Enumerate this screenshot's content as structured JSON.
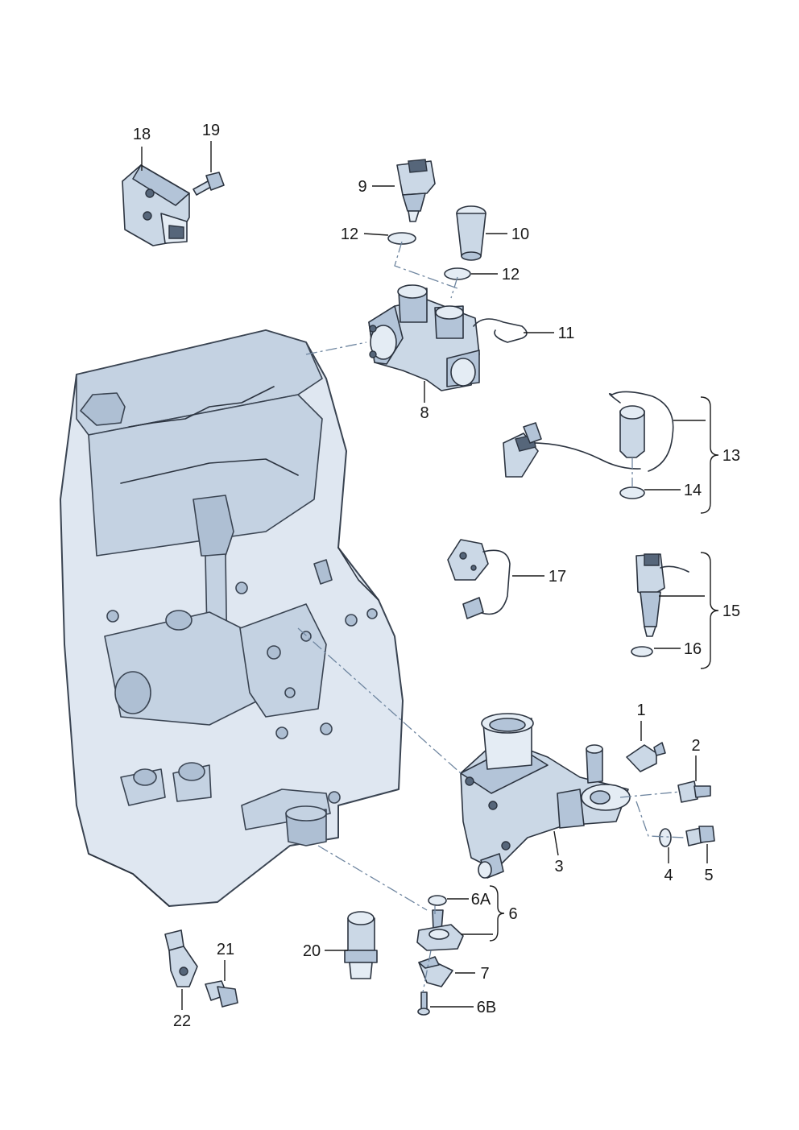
{
  "labels": {
    "l1": "1",
    "l2": "2",
    "l3": "3",
    "l4": "4",
    "l5": "5",
    "l6": "6",
    "l6a": "6A",
    "l6b": "6B",
    "l7": "7",
    "l8": "8",
    "l9": "9",
    "l10": "10",
    "l11": "11",
    "l12a": "12",
    "l12b": "12",
    "l13": "13",
    "l14": "14",
    "l15": "15",
    "l16": "16",
    "l17": "17",
    "l18": "18",
    "l19": "19",
    "l20": "20",
    "l21": "21",
    "l22": "22"
  }
}
